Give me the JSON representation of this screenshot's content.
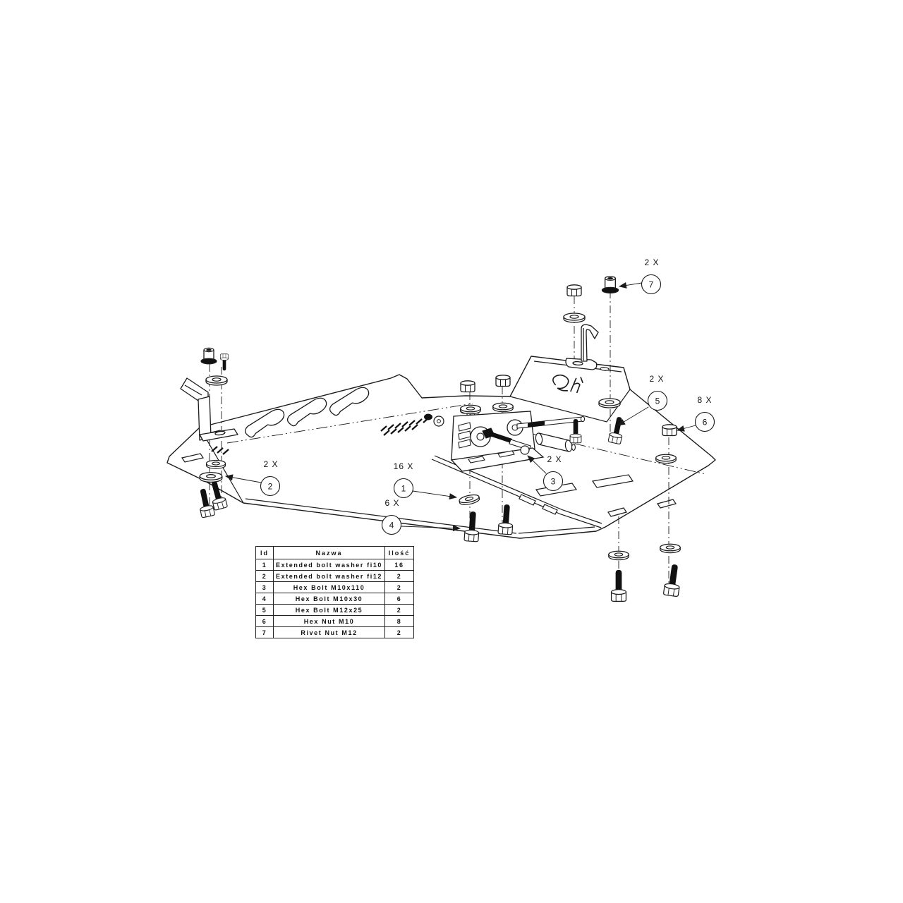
{
  "table": {
    "headers": {
      "id": "Id",
      "name": "Nazwa",
      "qty": "Ilość"
    },
    "rows": [
      {
        "id": "1",
        "name": "Extended bolt washer fi10",
        "qty": "16"
      },
      {
        "id": "2",
        "name": "Extended bolt washer fi12",
        "qty": "2"
      },
      {
        "id": "3",
        "name": "Hex Bolt M10x110",
        "qty": "2"
      },
      {
        "id": "4",
        "name": "Hex Bolt M10x30",
        "qty": "6"
      },
      {
        "id": "5",
        "name": "Hex Bolt M12x25",
        "qty": "2"
      },
      {
        "id": "6",
        "name": "Hex Nut M10",
        "qty": "8"
      },
      {
        "id": "7",
        "name": "Rivet Nut M12",
        "qty": "2"
      }
    ]
  },
  "callouts": {
    "c1": {
      "num": "1",
      "qty": "16 X"
    },
    "c2": {
      "num": "2",
      "qty": "2 X"
    },
    "c3": {
      "num": "3",
      "qty": "2 X"
    },
    "c4": {
      "num": "4",
      "qty": "6 X"
    },
    "c5": {
      "num": "5",
      "qty": "2 X"
    },
    "c6": {
      "num": "6",
      "qty": "8 X"
    },
    "c7": {
      "num": "7",
      "qty": "2 X"
    }
  },
  "icons": {
    "brand_logo": "script-monogram",
    "washer": "flat-washer",
    "hex_bolt": "hex-bolt",
    "hex_nut": "hex-nut",
    "rivet_nut": "rivet-nut"
  },
  "colors": {
    "line": "#1b1b1b",
    "background": "#ffffff"
  }
}
